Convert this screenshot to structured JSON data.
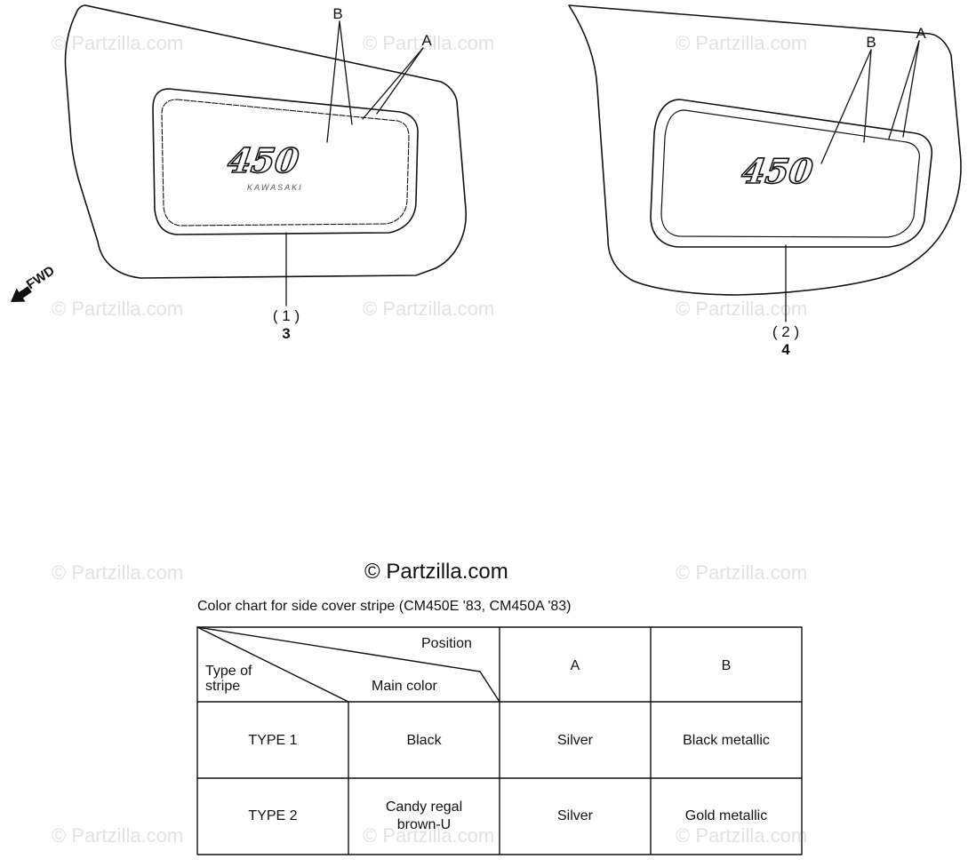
{
  "watermark": "© Partzilla.com",
  "copyright": "© Partzilla.com",
  "fwd_label": "FWD",
  "covers": [
    {
      "emblem": "450",
      "sub_emblem": "KAWASAKI",
      "label_a": "A",
      "label_b": "B",
      "ref": "( 1 )",
      "part_no": "3"
    },
    {
      "emblem": "450",
      "label_a": "A",
      "label_b": "B",
      "ref": "( 2 )",
      "part_no": "4"
    }
  ],
  "table": {
    "caption": "Color chart for side cover stripe (CM450E '83, CM450A '83)",
    "header": {
      "position": "Position",
      "type_of_stripe": "Type of\nstripe",
      "main_color": "Main color",
      "col_a": "A",
      "col_b": "B"
    },
    "rows": [
      {
        "type": "TYPE 1",
        "main_color": "Black",
        "a": "Silver",
        "b": "Black metallic"
      },
      {
        "type": "TYPE 2",
        "main_color": "Candy regal brown-U",
        "a": "Silver",
        "b": "Gold metallic"
      }
    ]
  }
}
